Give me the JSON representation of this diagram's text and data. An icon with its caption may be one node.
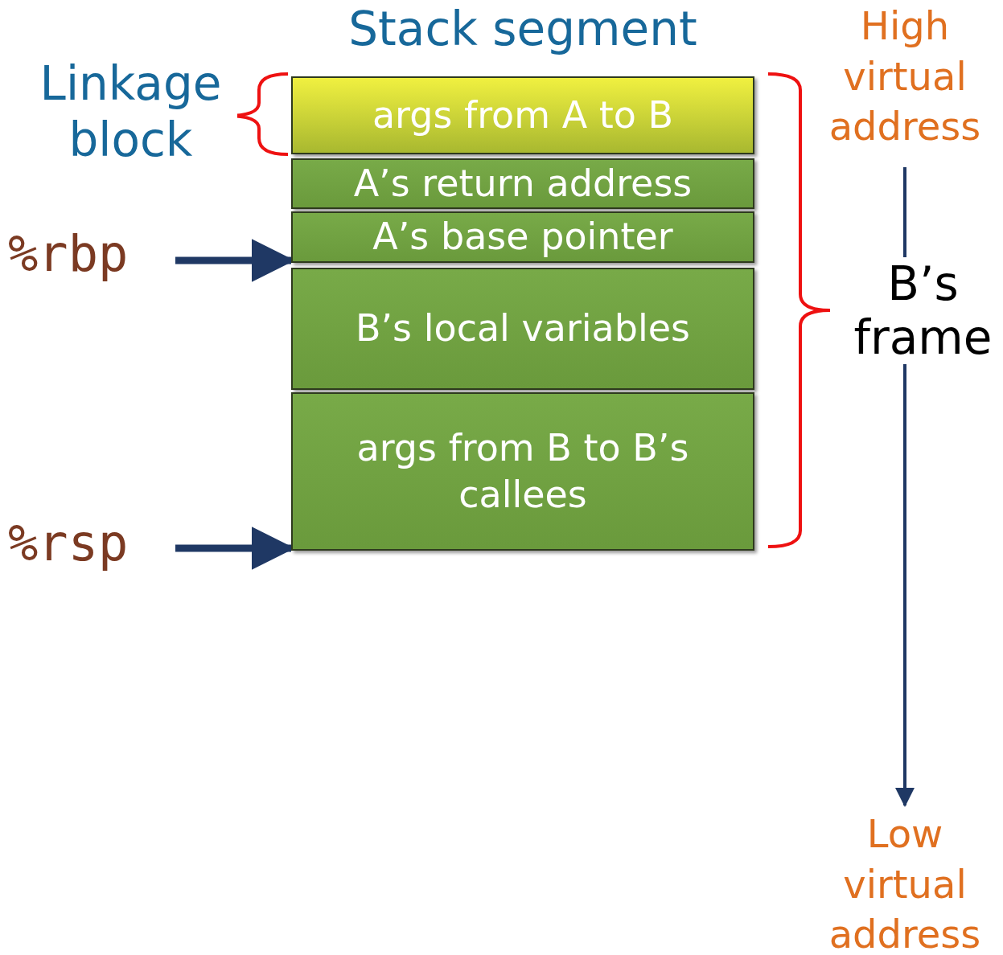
{
  "diagram": {
    "title": "Stack segment",
    "nodes": [
      {
        "text": [
          "args from A to B"
        ]
      },
      {
        "text": [
          "A’s return address"
        ]
      },
      {
        "text": [
          "A’s base pointer"
        ]
      },
      {
        "text": [
          "B’s local variables"
        ]
      },
      {
        "text": [
          "args from B to B’s callees"
        ]
      },
      {
        "text": [
          "%rbp"
        ]
      },
      {
        "text": [
          "%rsp"
        ]
      },
      {
        "text": [
          "High virtual address"
        ]
      },
      {
        "text": [
          "Low virtual address"
        ]
      }
    ],
    "edges": [
      {
        "from": 5,
        "to": 2,
        "arrow": "to"
      },
      {
        "from": 6,
        "to": 4,
        "arrow": "to"
      },
      {
        "from": 7,
        "to": 8,
        "arrow": "to"
      }
    ],
    "labels": [
      "Linkage block",
      "B’s frame"
    ]
  }
}
